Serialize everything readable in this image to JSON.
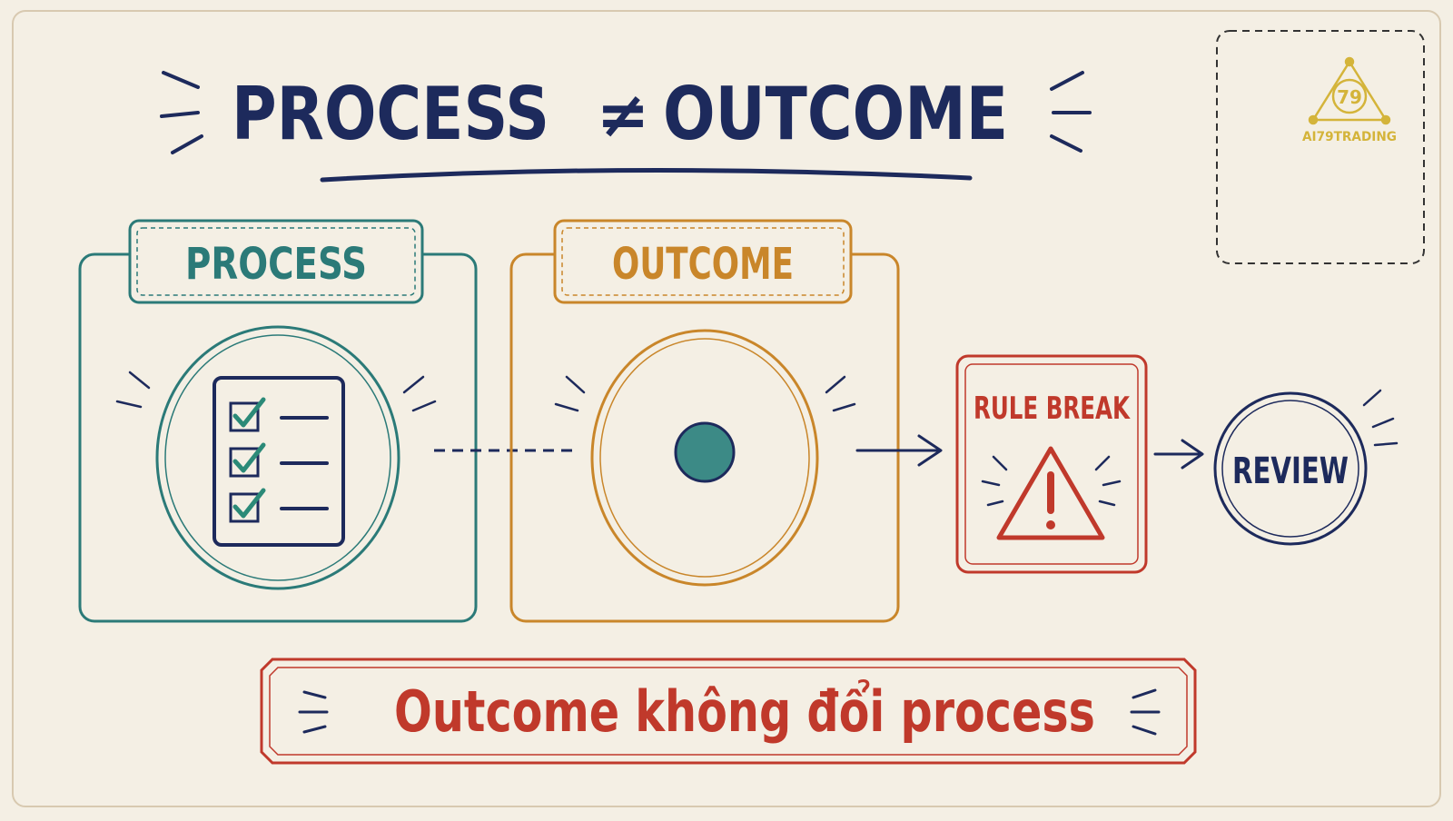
{
  "title": {
    "left": "PROCESS",
    "symbol": "≠",
    "right": "OUTCOME"
  },
  "process_panel": {
    "label": "PROCESS",
    "icon": "checklist-icon"
  },
  "outcome_panel": {
    "label": "OUTCOME",
    "icon": "target-circle-icon"
  },
  "rule_break": {
    "label": "RULE BREAK",
    "icon": "warning-triangle-icon"
  },
  "review": {
    "label": "REVIEW"
  },
  "banner": {
    "text": "Outcome không đổi process"
  },
  "logo": {
    "mark": "79",
    "name": "AI79TRADING"
  },
  "colors": {
    "background": "#f4efe4",
    "navy": "#1d2a5c",
    "teal": "#2b7a78",
    "orange": "#c9862a",
    "red": "#c0392b",
    "gold": "#d4b43a"
  }
}
